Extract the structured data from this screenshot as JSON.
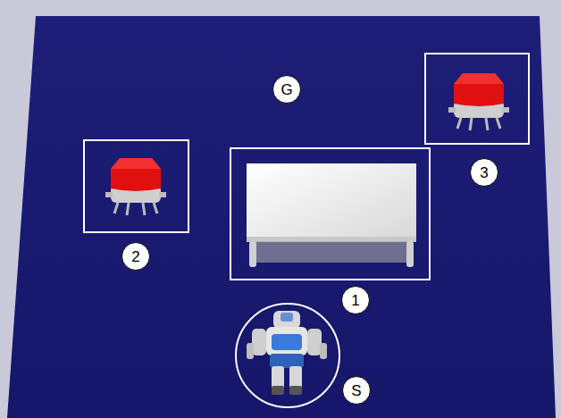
{
  "diagram": {
    "labels": [
      "G",
      "1",
      "2",
      "3",
      "S"
    ]
  }
}
